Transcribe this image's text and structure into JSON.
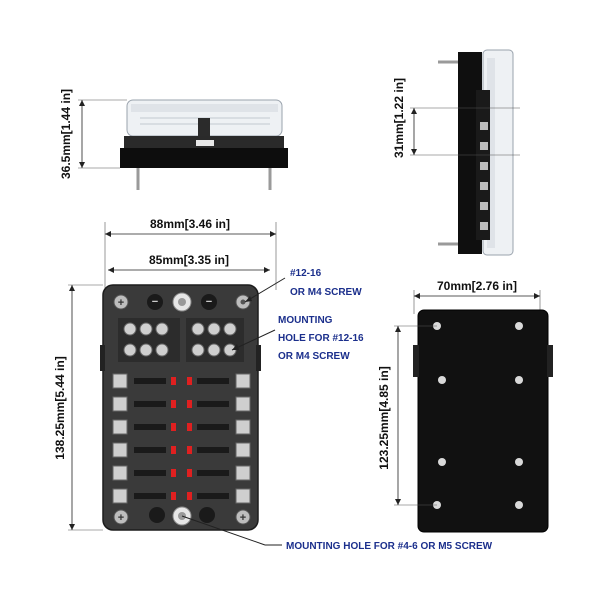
{
  "dimensions": {
    "top_height": "36.5mm[1.44 in]",
    "side_height": "31mm[1.22 in]",
    "width_outer": "88mm[3.46 in]",
    "width_inner": "85mm[3.35 in]",
    "back_width": "70mm[2.76 in]",
    "front_height": "138.25mm[5.44 in]",
    "back_height": "123.25mm[4.85 in]"
  },
  "annotations": {
    "screw_line1": "#12-16",
    "screw_line2": "OR M4 SCREW",
    "mount_line1": "MOUNTING",
    "mount_line2": "HOLE FOR #12-16",
    "mount_line3": "OR M4 SCREW",
    "bottom_mount": "MOUNTING HOLE FOR #4-6 OR M5 SCREW"
  },
  "symbols": {
    "positive": "+",
    "negative": "−"
  },
  "colors": {
    "body": "#3a3a3a",
    "cover": "#e9ecef",
    "back_plate": "#111111",
    "fuse_led": "#e02020",
    "annotation_text": "#1b2f8c"
  }
}
